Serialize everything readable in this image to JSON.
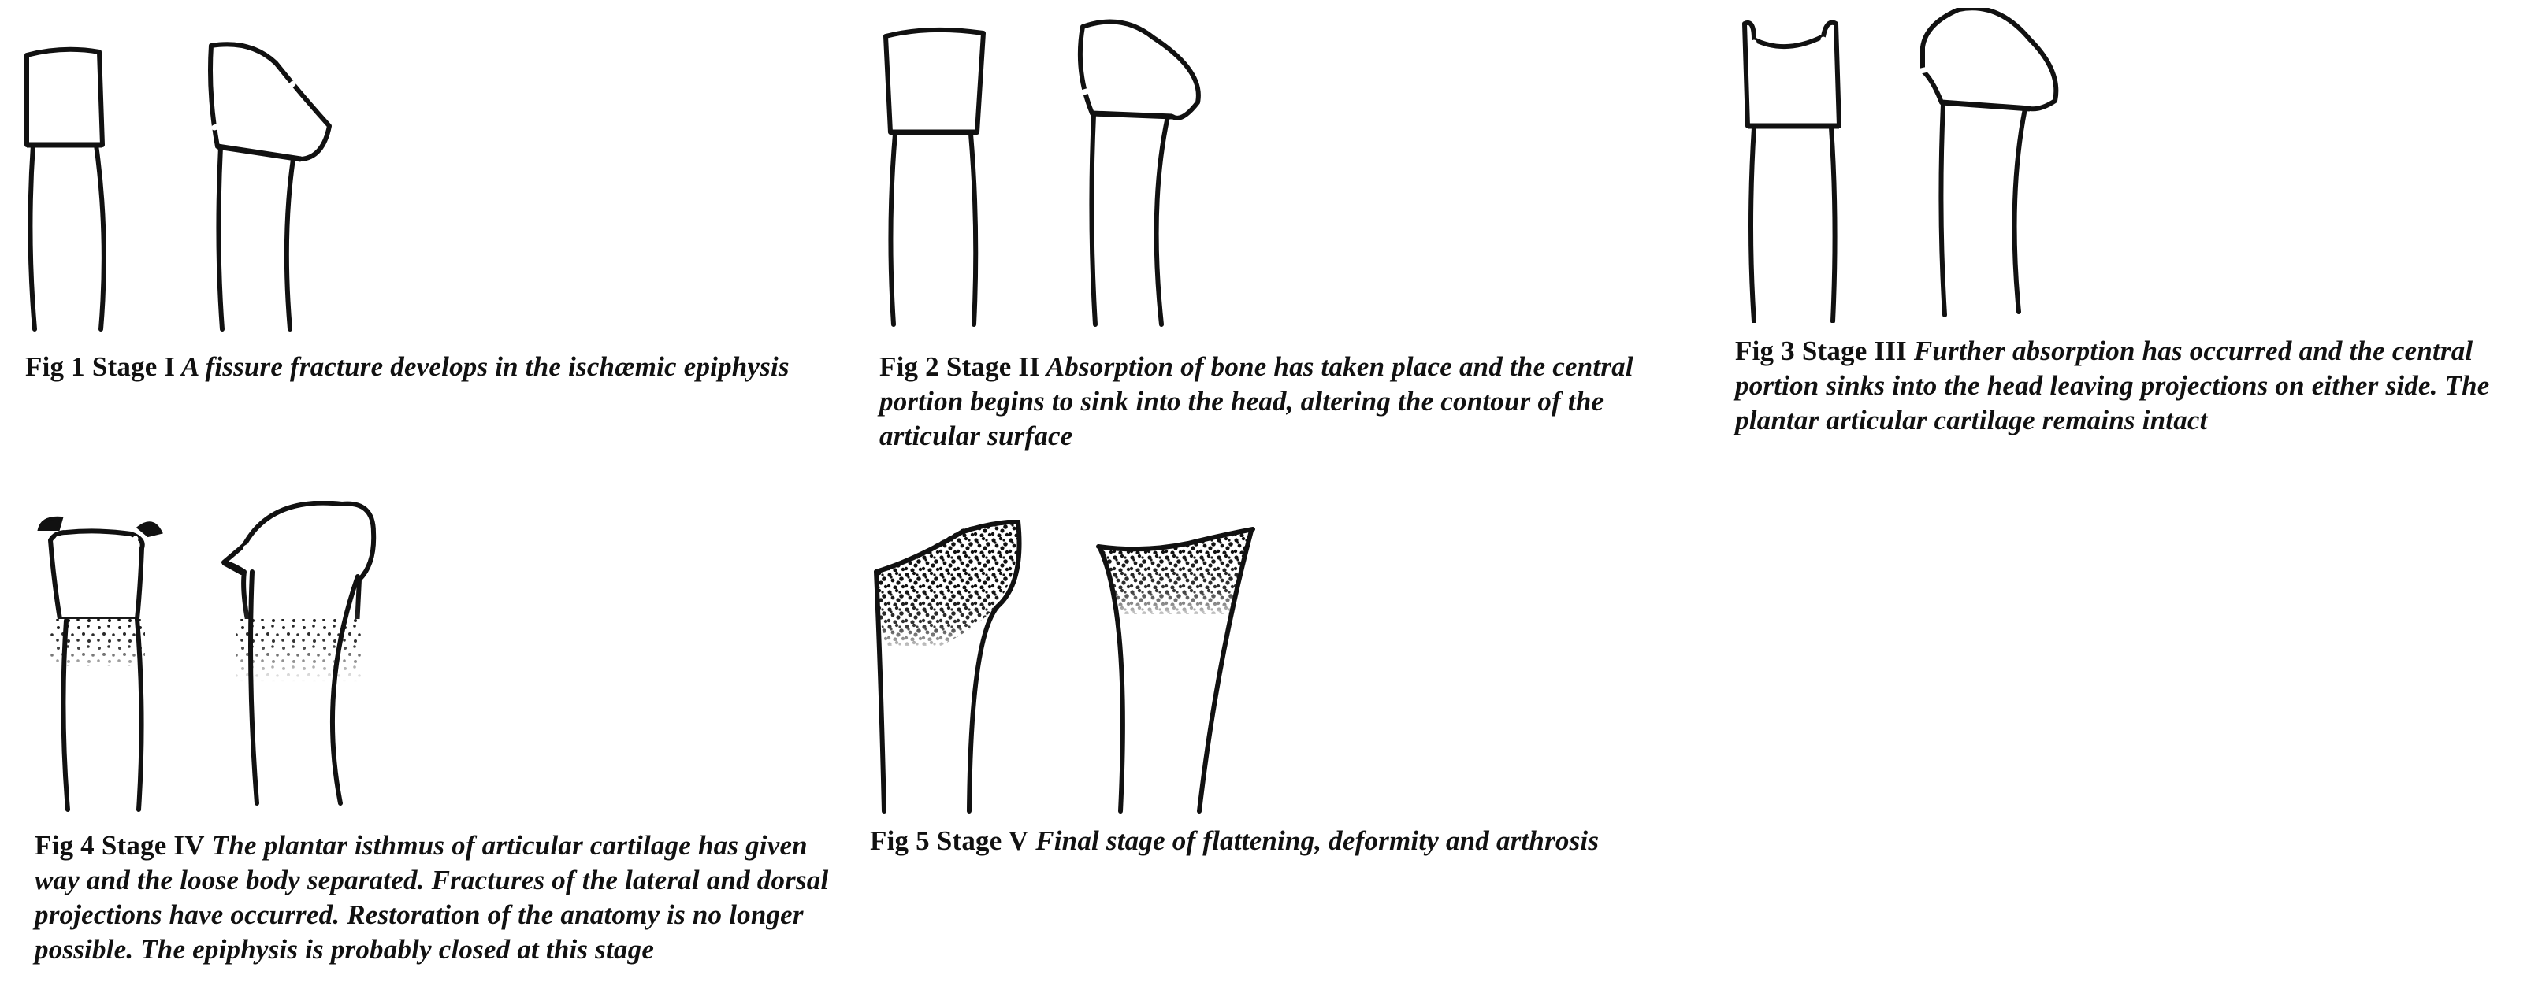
{
  "figures": [
    {
      "label": "Fig 1 ",
      "stage": "Stage I",
      "text": " A fissure fracture develops in the ischæmic epiphysis"
    },
    {
      "label": "Fig 2 ",
      "stage": "Stage II",
      "text": " Absorption of bone has taken place and the central portion begins to sink into the head, altering the contour of the articular surface"
    },
    {
      "label": "Fig 3 ",
      "stage": "Stage III",
      "text": " Further absorption has occurred and the central portion sinks into the head leaving projections on either side. The plantar articular cartilage remains intact"
    },
    {
      "label": "Fig 4 ",
      "stage": "Stage IV",
      "text": " The plantar isthmus of articular cartilage has given way and the loose body separated. Fractures of the lateral and dorsal projections have occurred. Restoration of the anatomy is no longer possible. The epiphysis is probably closed at this stage"
    },
    {
      "label": "Fig 5 ",
      "stage": "Stage V",
      "text": " Final stage of flattening, deformity and arthrosis"
    }
  ]
}
